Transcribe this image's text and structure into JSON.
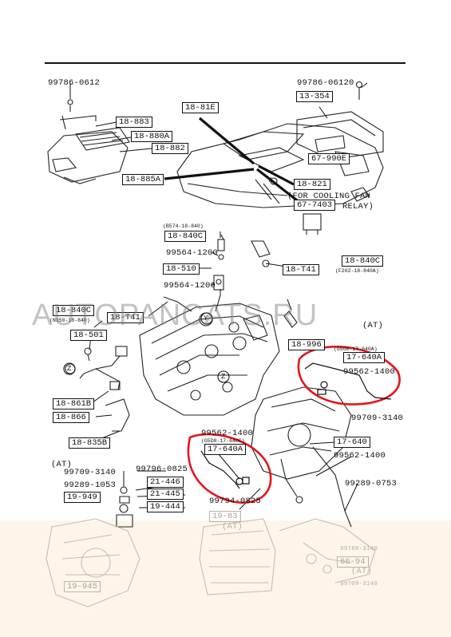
{
  "diagram": {
    "callouts": {
      "c1": "18-883",
      "c2": "18-880A",
      "c3": "18-882",
      "c4": "18-885A",
      "c5": "18-81E",
      "c6": "13-354",
      "c7": "67-990E",
      "c8": "18-821",
      "c9": "67-7403",
      "c10": "18-840C",
      "c11": "18-510",
      "c12": "18-840C",
      "c13": "18-T41",
      "c14": "18-840C",
      "c15": "18-T41",
      "c16": "18-501",
      "c17": "18-996",
      "c18": "17-640A",
      "c19": "18-861B",
      "c20": "18-866",
      "c21": "18-835B",
      "c22": "17-640A",
      "c23": "17-640",
      "c24": "21-446",
      "c25": "21-445",
      "c26": "19-949",
      "c27": "19-444",
      "c28": "19-83",
      "c29": "66-94",
      "c30": "19-945"
    },
    "part_numbers": {
      "p1": "99786-0612",
      "p2": "99786-06120",
      "p3": "99564-1200",
      "p4": "99564-1200",
      "p5": "99562-1400",
      "p6": "99709-3140",
      "p7": "99562-1400",
      "p8": "99562-1400",
      "p9": "99709-3140",
      "p10": "99796-0825",
      "p11": "99289-1053",
      "p12": "99289-0753",
      "p13": "99794-0825",
      "p14": "99789-3140",
      "p15": "99709-3140"
    },
    "notes": {
      "n1": "(B574-18-840)",
      "n2": "(F202-18-840A)",
      "n3": "(N350-18-840)",
      "n4": "(G5G0-17-640A)",
      "n5": "(G5D8-17-640C)"
    },
    "text": {
      "cooling_fan_line1": "(FOR COOLING FAN",
      "cooling_fan_line2": "RELAY)",
      "at1": "(AT)",
      "at2": "(AT)",
      "at3": "(AT)",
      "at4": "(AT)",
      "marker_y1": "Y",
      "marker_y2": "Y",
      "marker_z1": "Z",
      "marker_z2": "Z"
    },
    "watermark": "AUTOPANCATS.RU"
  },
  "colors": {
    "line": "#111111",
    "highlight": "#e4141b",
    "faded_area": "#fdf5e9",
    "watermark": "#888888"
  }
}
